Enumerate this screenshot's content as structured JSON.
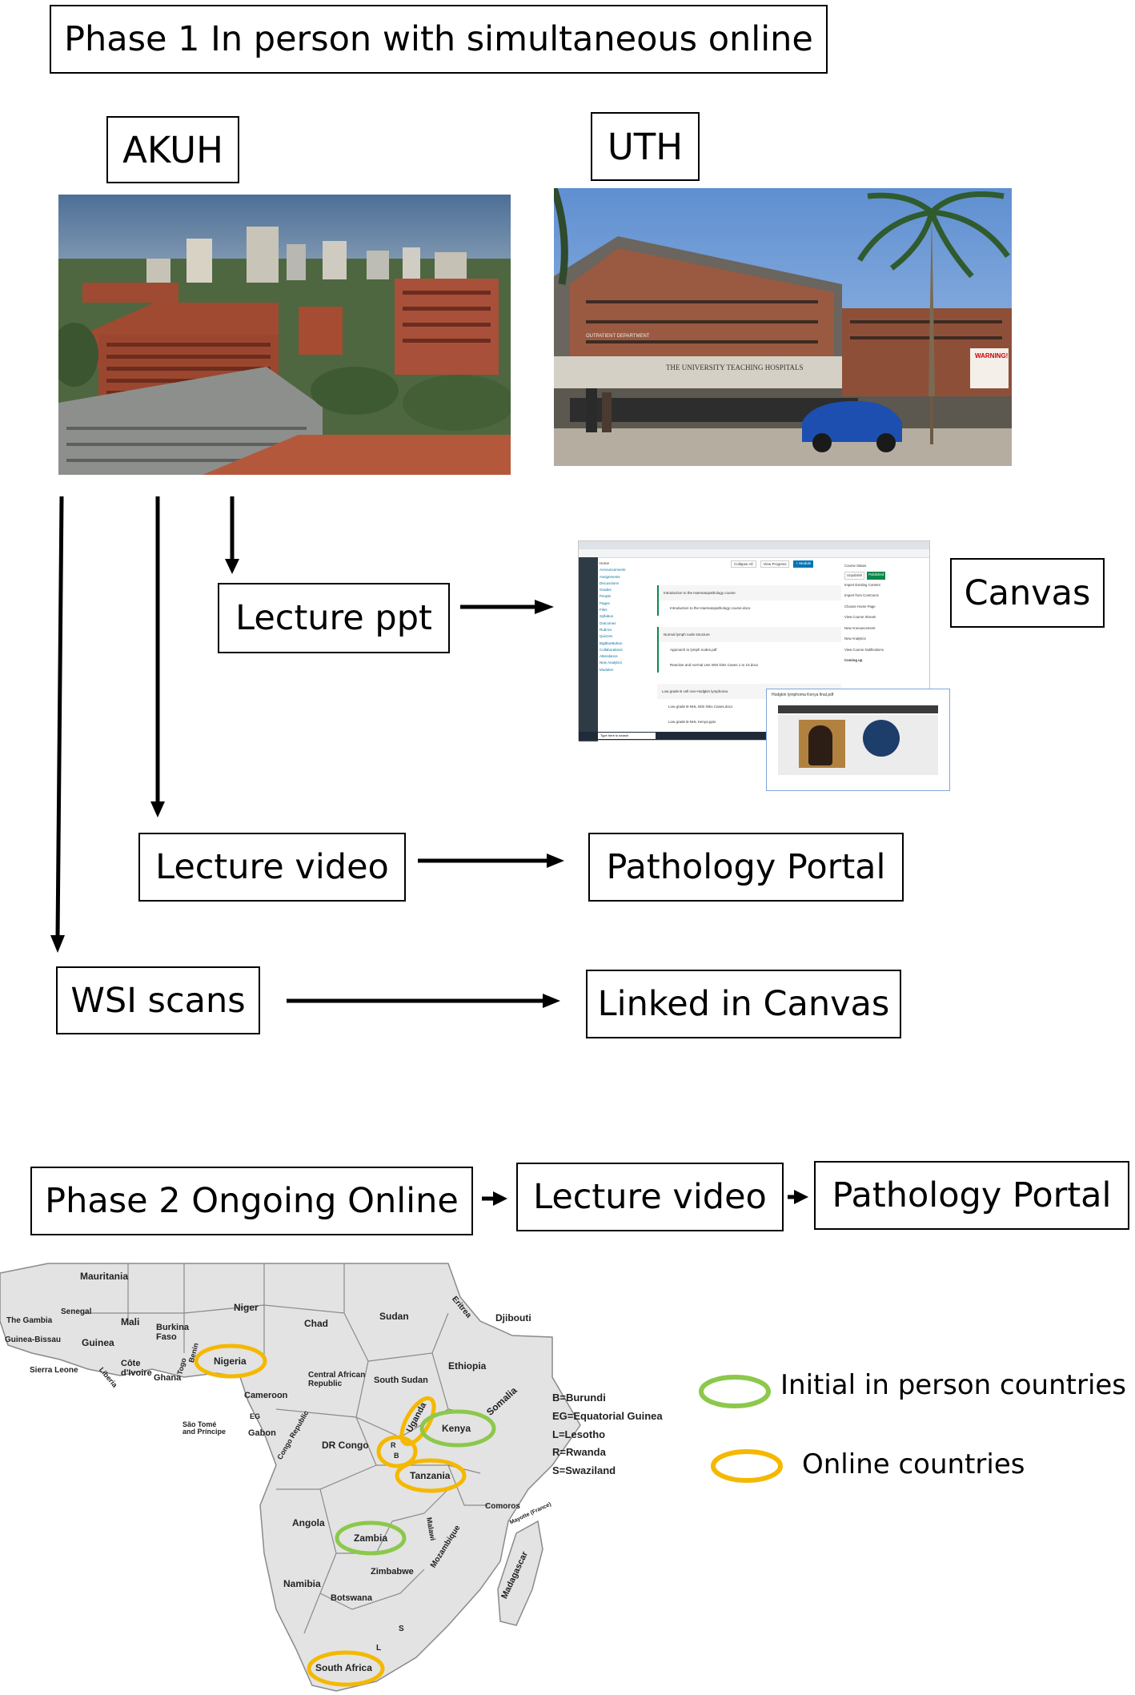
{
  "phase1": {
    "title": "Phase 1 In person with simultaneous online",
    "site_akuh": "AKUH",
    "site_uth": "UTH",
    "lecture_ppt": "Lecture ppt",
    "canvas": "Canvas",
    "lecture_video": "Lecture video",
    "pathology_portal": "Pathology Portal",
    "wsi_scans": "WSI scans",
    "linked_in_canvas": "Linked in Canvas"
  },
  "phase2": {
    "title": "Phase 2 Ongoing Online",
    "lecture_video": "Lecture video",
    "pathology_portal": "Pathology Portal"
  },
  "uth_photo": {
    "building_sign": "THE UNIVERSITY TEACHING HOSPITALS",
    "dept_sign": "OUTPATIENT DEPARTMENT",
    "warning_sign": "WARNING!"
  },
  "canvas_screenshot": {
    "menu": [
      "Home",
      "Announcements",
      "Assignments",
      "Discussions",
      "Grades",
      "People",
      "Pages",
      "Files",
      "Syllabus",
      "Outcomes",
      "Rubrics",
      "Quizzes",
      "BigBlueButton",
      "Collaborations",
      "Attendance",
      "New Analytics",
      "Modules"
    ],
    "modules": [
      "Introduction to the Haematopathology course",
      "Introduction to the Haematopathology course.docx",
      "Normal lymph node structure",
      "Approach to lymph nodes.pdf",
      "Reactive and normal LNs WSI links Cases 1 to 10.docx",
      "Low grade B cell non-Hodgkin lymphoma",
      "Low grade B-NHL WSI links Cases.docx",
      "Low grade B-NHL Kenya.pptx"
    ],
    "buttons": [
      "Collapse All",
      "View Progress",
      "+ Module"
    ],
    "status": [
      "Course Status",
      "Unpublish",
      "Published"
    ],
    "side_actions": [
      "Import Existing Content",
      "Import from Commons",
      "Choose Home Page",
      "View Course Stream",
      "New Announcement",
      "New Analytics",
      "View Course Notifications"
    ],
    "coming_up": "Coming up",
    "popup_title": "Hodgkin lymphoma Kenya final.pdf",
    "search": "Type here to search"
  },
  "map": {
    "countries": [
      "Mauritania",
      "Senegal",
      "The Gambia",
      "Guinea-Bissau",
      "Mali",
      "Guinea",
      "Sierra Leone",
      "Liberia",
      "Côte d'Ivoire",
      "Ghana",
      "Burkina Faso",
      "Benin",
      "Togo",
      "Niger",
      "Nigeria",
      "Chad",
      "Sudan",
      "Eritrea",
      "Djibouti",
      "Ethiopia",
      "Somalia",
      "Central African Republic",
      "South Sudan",
      "Cameroon",
      "EG",
      "São Tomé and Príncipe",
      "Gabon",
      "Congo Republic",
      "DR Congo",
      "Uganda",
      "Kenya",
      "R",
      "B",
      "Tanzania",
      "Angola",
      "Zambia",
      "Malawi",
      "Mozambique",
      "Zimbabwe",
      "Namibia",
      "Botswana",
      "S",
      "L",
      "South Africa",
      "Comoros",
      "Mayotte (France)",
      "Madagascar"
    ],
    "abbreviations": [
      "B=Burundi",
      "EG=Equatorial Guinea",
      "L=Lesotho",
      "R=Rwanda",
      "S=Swaziland"
    ],
    "legend": {
      "initial": "Initial in person countries",
      "online": "Online countries"
    },
    "colors": {
      "initial": "#8cc84b",
      "online": "#f5b800",
      "land": "#e3e3e3",
      "border": "#8a8a8a"
    }
  }
}
